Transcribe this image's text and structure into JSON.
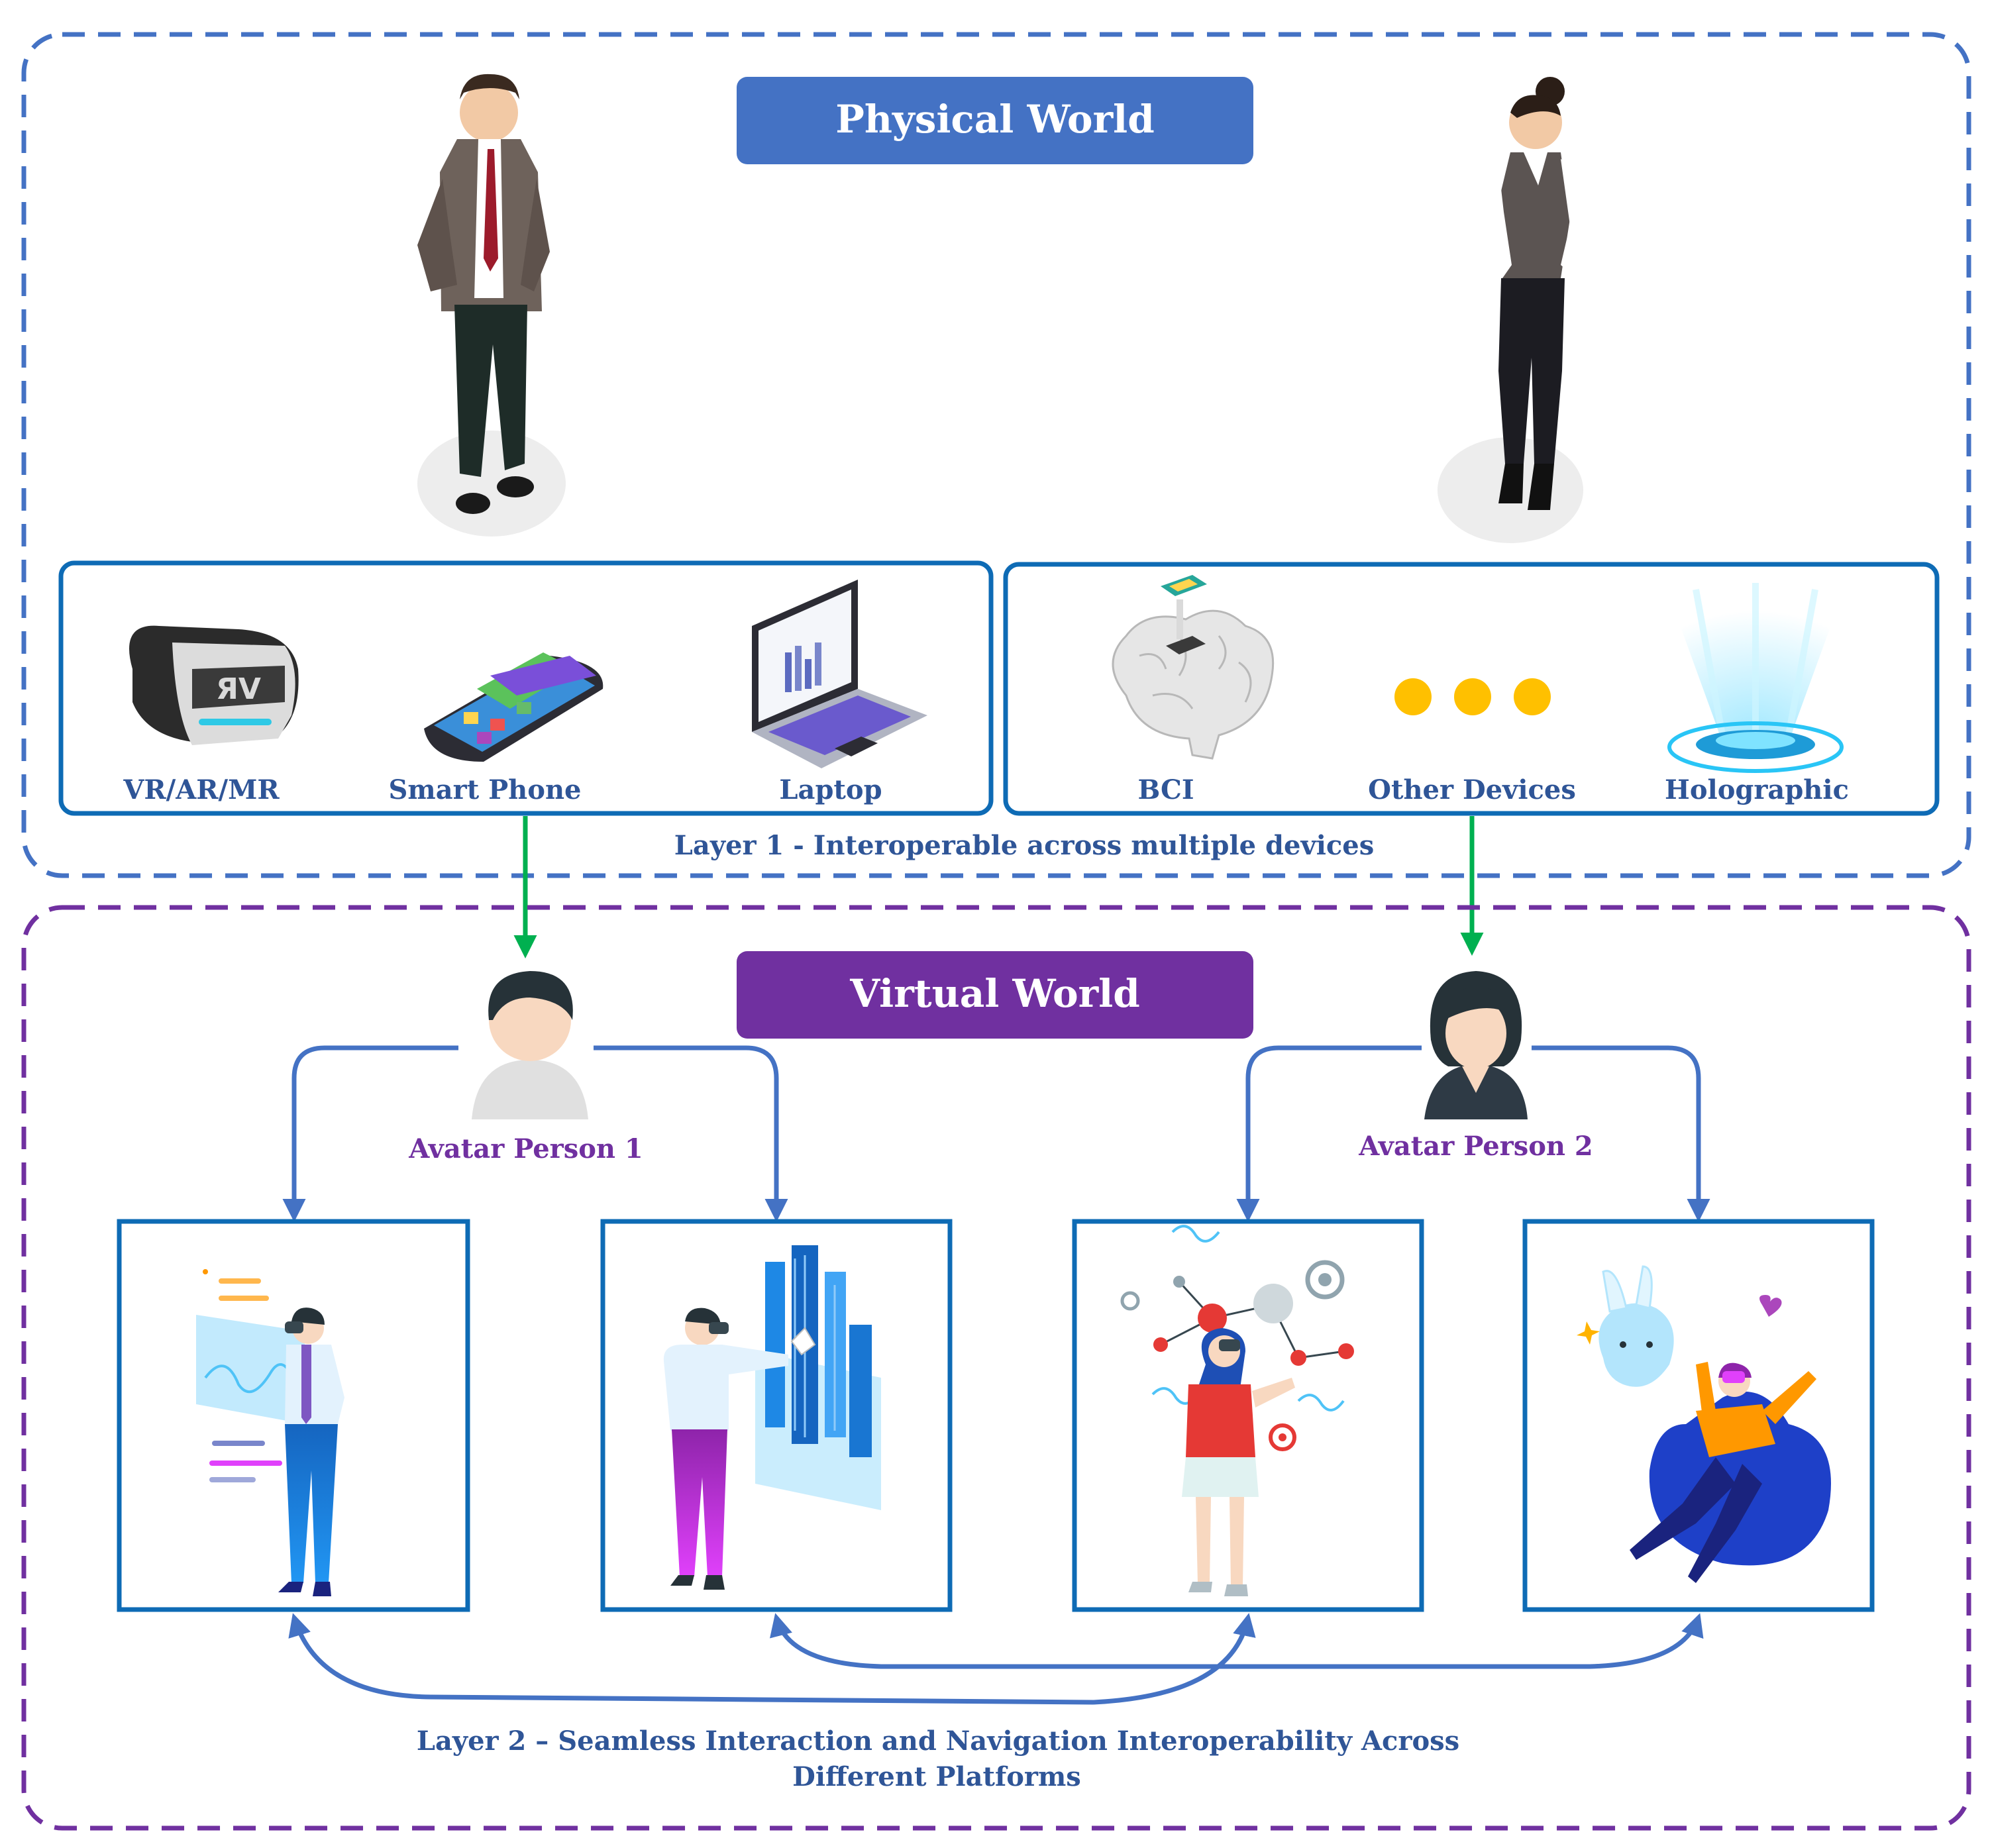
{
  "physical_world": {
    "title": "Physical World",
    "devices_left": [
      "VR/AR/MR",
      "Smart Phone",
      "Laptop"
    ],
    "devices_right": [
      "BCI",
      "Other Devices",
      "Holographic"
    ],
    "layer_label": "Layer 1 - Interoperable across multiple devices"
  },
  "virtual_world": {
    "title": "Virtual World",
    "avatar_1": "Avatar Person 1",
    "avatar_2": "Avatar Person 2",
    "layer_label_line1": "Layer 2 – Seamless Interaction and Navigation Interoperability Across",
    "layer_label_line2": "Different Platforms"
  },
  "colors": {
    "physical_accent": "#4472C4",
    "virtual_accent": "#7030A0",
    "panel_border": "#0E6BB5",
    "arrow_green": "#00B050",
    "connector_blue": "#4472C4",
    "device_label": "#2F5597",
    "avatar_label": "#7030A0",
    "dots_yellow": "#FFC000"
  },
  "icons": {
    "vr_headset": "vr-headset-icon",
    "smartphone": "smartphone-icon",
    "laptop": "laptop-icon",
    "bci": "brain-chip-icon",
    "other": "ellipsis-dots-icon",
    "holographic": "hologram-projector-icon"
  }
}
